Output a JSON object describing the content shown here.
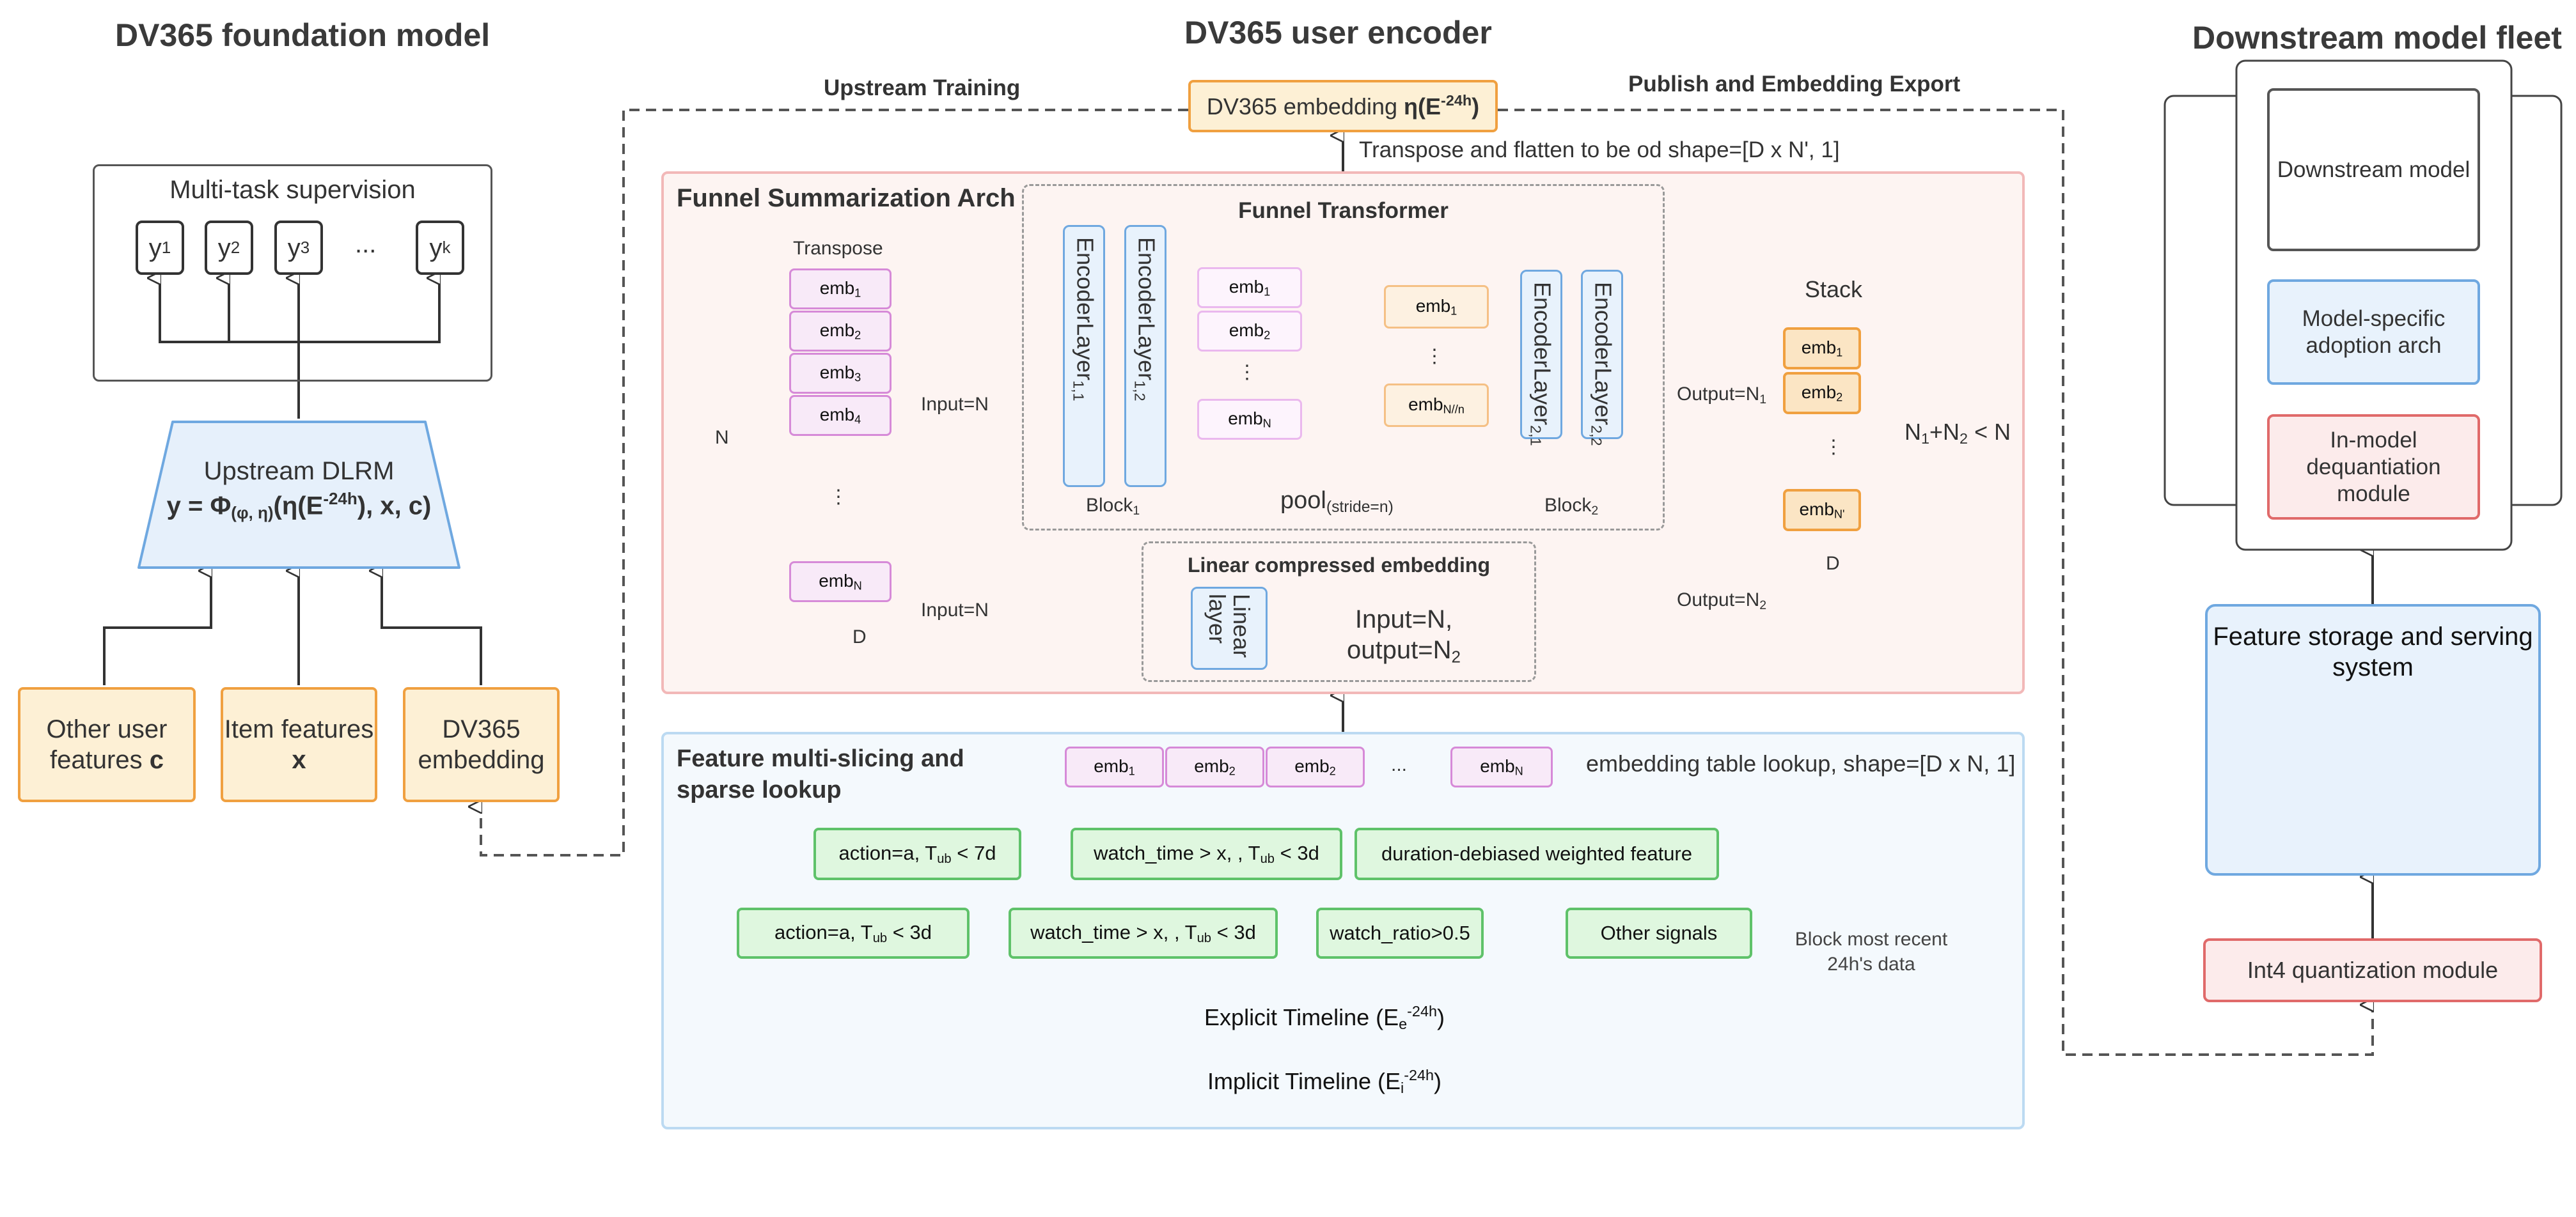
{
  "titles": {
    "foundation": "DV365 foundation model",
    "encoder": "DV365 user encoder",
    "fleet": "Downstream model fleet"
  },
  "foundation": {
    "supervision_title": "Multi-task supervision",
    "targets": [
      "y",
      "y",
      "y",
      "...",
      "y"
    ],
    "target_subs": [
      "1",
      "2",
      "3",
      "",
      "k"
    ],
    "dlrm_title": "Upstream DLRM",
    "dlrm_formula": "y = Φ(φ, η)(η(E-24h), x, c)",
    "inputs": {
      "other_user": "Other user features",
      "other_user_var": "c",
      "item": "Item features",
      "item_var": "x",
      "dv365": "DV365 embedding"
    }
  },
  "flow_labels": {
    "upstream_training": "Upstream Training",
    "publish": "Publish and Embedding Export",
    "embedding_box": "DV365 embedding η(E-24h)",
    "transpose_flatten": "Transpose and flatten to be od shape=[D x N', 1]"
  },
  "funnel": {
    "title": "Funnel Summarization Arch",
    "transpose_label": "Transpose",
    "N": "N",
    "D": "D",
    "input_top": "Input=N",
    "input_bottom": "Input=N",
    "embs": [
      "emb1",
      "emb2",
      "emb3",
      "emb4",
      "⋮",
      "embN"
    ],
    "transformer_title": "Funnel Transformer",
    "encoder_layers": [
      "EncoderLayer1,1",
      "EncoderLayer1,2",
      "EncoderLayer2,1",
      "EncoderLayer2,2"
    ],
    "block1": "Block1",
    "block2": "Block2",
    "pool": "pool(stride=n)",
    "mid_embs": [
      "emb1",
      "emb2",
      "⋮",
      "embN"
    ],
    "pooled_embs": [
      "emb1",
      "⋮",
      "embN//n"
    ],
    "output_top": "Output=N1",
    "output_bottom": "Output=N2",
    "stack": "Stack",
    "stack_embs": [
      "emb1",
      "emb2",
      "⋮",
      "embN'"
    ],
    "stack_D": "D",
    "constraint": "N1+N2 < N",
    "linear_title": "Linear compressed embedding",
    "linear_layer": "Linear layer",
    "linear_io": "Input=N, output=N2"
  },
  "slicing": {
    "title": "Feature multi-slicing and sparse lookup",
    "embs": [
      "emb1",
      "emb2",
      "emb2",
      "...",
      "embN"
    ],
    "lookup_label": "embedding table lookup, shape=[D x N, 1]",
    "row_top": [
      "action=a, Tub < 7d",
      "watch_time > x, , Tub < 3d",
      "duration-debiased weighted feature"
    ],
    "row_bottom": [
      "action=a, Tub < 3d",
      "watch_time > x, , Tub < 3d",
      "watch_ratio>0.5",
      "Other signals"
    ],
    "block_recent": "Block most recent 24h's data",
    "explicit": "Explicit Timeline (Ee-24h)",
    "implicit": "Implicit Timeline (Ei-24h)"
  },
  "fleet": {
    "downstream_model": "Downstream model",
    "adoption": "Model-specific adoption arch",
    "dequant": "In-model dequantiation module",
    "storage": "Feature storage and serving system",
    "quant": "Int4 quantization module"
  },
  "colors": {
    "orange_border": "#f0a040",
    "green_border": "#5fc26a",
    "pink_border": "#d68ad8",
    "blue_border": "#6fa8e0",
    "red_border": "#e06a6a",
    "db_purple": "#6a3cc8"
  }
}
